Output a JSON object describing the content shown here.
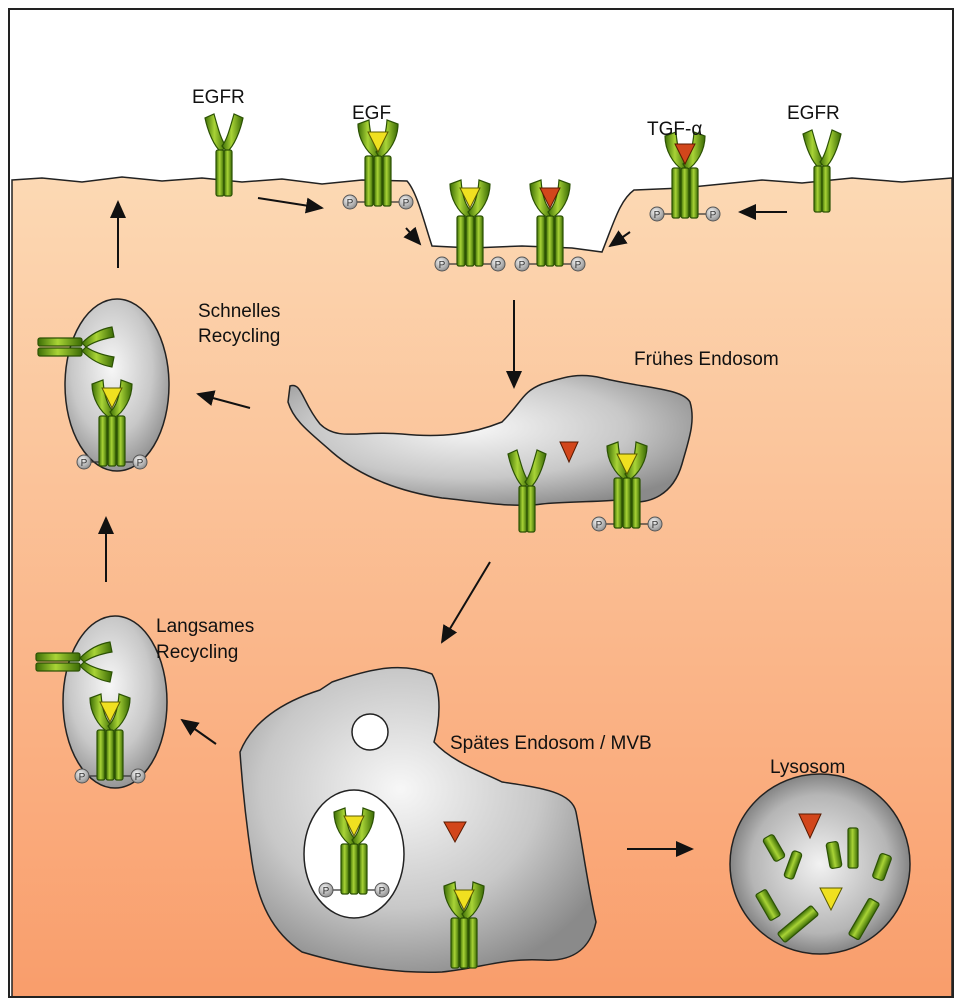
{
  "labels": {
    "egfr_left": "EGFR",
    "egf": "EGF",
    "tgf_alpha": "TGF-α",
    "egfr_right": "EGFR",
    "schnelles": "Schnelles",
    "recycling_fast": "Recycling",
    "fruehes_endosom": "Frühes Endosom",
    "langsames": "Langsames",
    "recycling_slow": "Recycling",
    "spaetes_endosom": "Spätes Endosom / MVB",
    "lysosom": "Lysosom"
  },
  "phospho_symbol": "P",
  "colors": {
    "cytoplasm_top": "#fbd3ae",
    "cytoplasm_bottom": "#f9a06e",
    "receptor_light": "#9fcc2e",
    "receptor_dark": "#2e5a05",
    "egf_ligand": "#f2e51b",
    "tgf_ligand": "#d2461b",
    "vesicle_light": "#f2f2f2",
    "vesicle_dark": "#8e8e8e"
  }
}
